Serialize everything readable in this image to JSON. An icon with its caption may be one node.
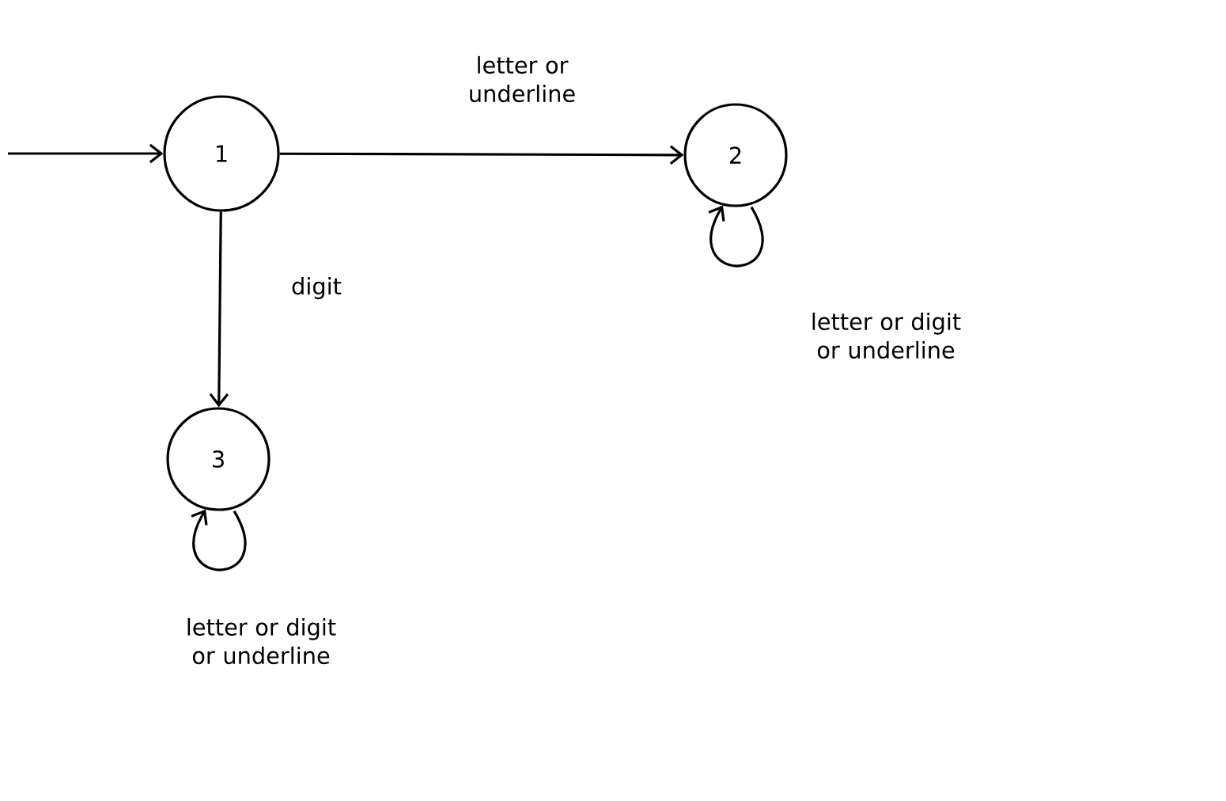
{
  "diagram": {
    "nodes": [
      {
        "text": [
          "1"
        ]
      },
      {
        "text": [
          "2"
        ]
      },
      {
        "text": [
          "3"
        ]
      }
    ],
    "edges": [
      {
        "from": null,
        "to": 0,
        "arrow": "to"
      },
      {
        "from": 0,
        "to": 1,
        "arrow": "to",
        "label": "letter or underline"
      },
      {
        "from": 0,
        "to": 2,
        "arrow": "to",
        "label": "digit"
      },
      {
        "from": 1,
        "to": 1,
        "arrow": "to",
        "label": "letter or digit or underline"
      },
      {
        "from": 2,
        "to": 2,
        "arrow": "to",
        "label": "letter or digit or underline"
      }
    ]
  }
}
